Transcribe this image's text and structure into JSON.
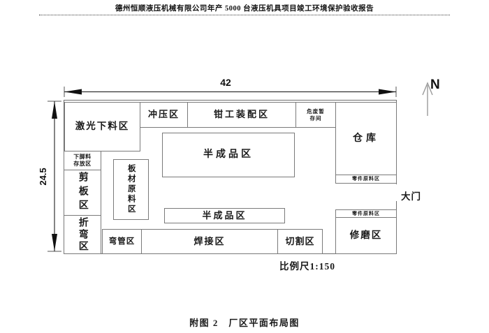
{
  "header": {
    "title": "德州恒顺液压机械有限公司年产 5000 台液压机具项目竣工环境保护验收报告"
  },
  "diagram": {
    "dimensions": {
      "width_label": "42",
      "height_label": "24.5"
    },
    "north_label": "N",
    "areas": {
      "laser": "激光下料区",
      "stamping": "冲压区",
      "fitter_assembly": "钳工装配区",
      "hazardous_waste": "危废暂\n存间",
      "warehouse": "仓库",
      "parts_raw_top": "零件原料区",
      "semi_finished_top": "半成品区",
      "scrap_storage": "下脚料\n存放区",
      "plate_shearing": "剪板区",
      "bending": "折弯区",
      "sheet_raw": "板材原料区",
      "semi_finished_bottom": "半成品区",
      "pipe_bending": "弯管区",
      "welding": "焊接区",
      "cutting": "切割区",
      "parts_raw_bottom": "零件原料区",
      "grinding": "修磨区"
    },
    "gate_label": "大门",
    "scale_label": "比例尺1:150"
  },
  "caption": "附图 2　厂区平面布局图",
  "colors": {
    "line": "#7a7a7a",
    "ink": "#1a1a1a",
    "background": "#ffffff"
  }
}
